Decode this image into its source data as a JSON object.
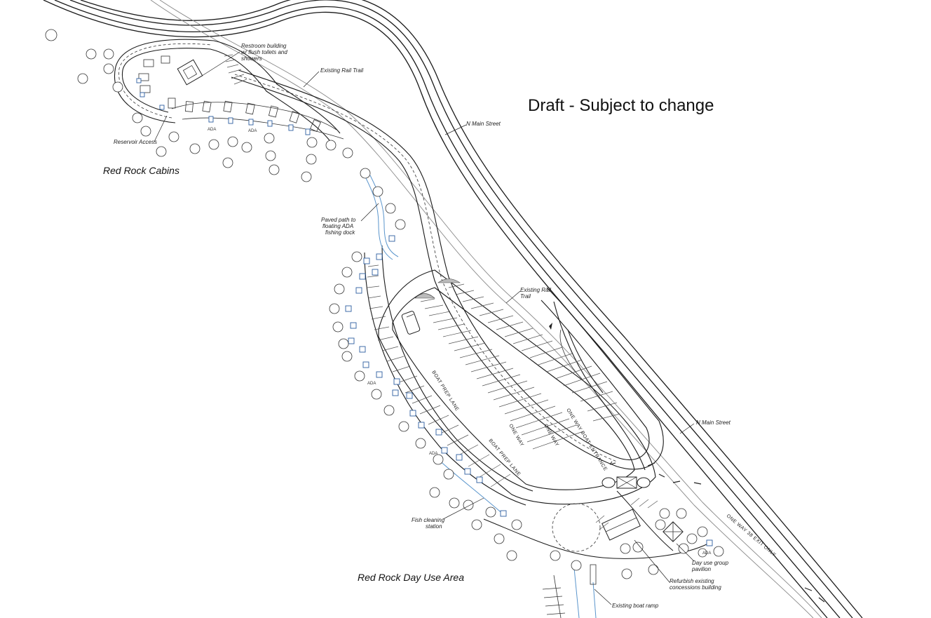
{
  "title": "Draft - Subject to change",
  "areas": {
    "cabins": "Red Rock Cabins",
    "day_use": "Red Rock Day Use Area"
  },
  "labels": {
    "restroom_1": "Restroom building",
    "restroom_2": "w/ flush toilets and",
    "restroom_3": "showers",
    "rail_trail_top": "Existing Rail Trail",
    "main_street_top": "N Main Street",
    "reservoir_access": "Reservoir Access",
    "paved_path_1": "Paved path to",
    "paved_path_2": "floating ADA",
    "paved_path_3": "fishing dock",
    "rail_trail_mid_1": "Existing Rail",
    "rail_trail_mid_2": "Trail",
    "main_street_right": "N Main Street",
    "fish_cleaning_1": "Fish cleaning",
    "fish_cleaning_2": "station",
    "pavilion_1": "Day use group",
    "pavilion_2": "pavilion",
    "concessions_1": "Refurbish existing",
    "concessions_2": "concessions building",
    "boat_ramp": "Existing boat ramp"
  },
  "road_markings": {
    "boat_prep_lane_1": "BOAT PREP LANE",
    "boat_prep_lane_2": "BOAT PREP LANE",
    "one_way_1": "ONE WAY",
    "one_way_2": "ONE WAY",
    "one_way_boat_entrance": "ONE WAY BOAT ENTRANCE",
    "one_way_exit": "ONE WAY 38 EXIT ONLY"
  },
  "ada_marks": [
    "ADA",
    "ADA",
    "ADA",
    "ADA",
    "ADA"
  ],
  "colors": {
    "linework": "#1a1a1a",
    "path": "#5a95cc",
    "sites": "#2d5fa0"
  }
}
